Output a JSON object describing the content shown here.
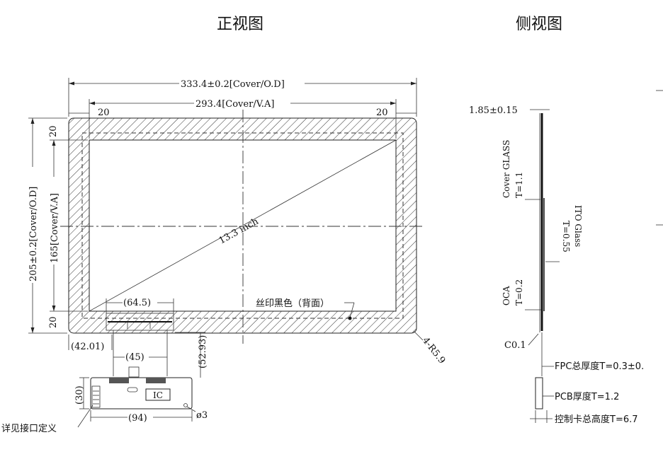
{
  "titles": {
    "front": "正视图",
    "side": "侧视图"
  },
  "front": {
    "cover_od_width": "333.4±0.2[Cover/O.D]",
    "cover_va_width": "293.4[Cover/V.A]",
    "border_left": "20",
    "border_right": "20",
    "border_top": "20",
    "border_bottom": "20",
    "cover_od_height": "205±0.2[Cover/O.D]",
    "cover_va_height": "165[Cover/V.A]",
    "diagonal": "13.3 inch",
    "fpc_bond_width": "(64.5)",
    "silkscreen": "丝印黑色（背面）",
    "corner_radius": "4-R5.9",
    "fpc_offset": "(42.01)",
    "fpc_width": "(45)",
    "fpc_length": "(52.93)",
    "pcb_height": "(30)",
    "pcb_width": "(94)",
    "ic_label": "IC",
    "hole": "ø3",
    "interface_note": "详见接口定义"
  },
  "side": {
    "total_thickness": "1.85±0.15",
    "cover_glass": "Cover GLASS",
    "cover_glass_t": "T=1.1",
    "ito_glass": "ITO Glass",
    "ito_glass_t": "T=0.55",
    "oca": "OCA",
    "oca_t": "T=0.2",
    "chamfer": "C0.1",
    "fpc_thickness": "FPC总厚度T=0.3±0.",
    "pcb_thickness": "PCB厚度T=1.2",
    "control_height": "控制卡总高度T=6.7"
  }
}
